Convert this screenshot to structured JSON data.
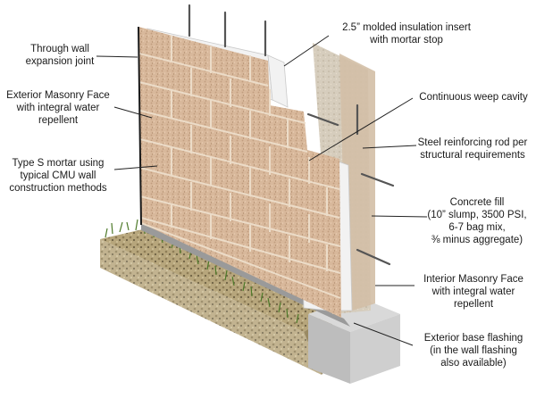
{
  "labels": {
    "expansion_joint": [
      "Through wall",
      "expansion joint"
    ],
    "exterior_face": [
      "Exterior Masonry Face",
      "with integral water",
      "repellent"
    ],
    "mortar": [
      "Type S mortar using",
      "typical CMU wall",
      "construction methods"
    ],
    "insulation": [
      "2.5” molded insulation insert",
      "with mortar stop"
    ],
    "weep_cavity": [
      "Continuous weep cavity"
    ],
    "reinforcing_rod": [
      "Steel reinforcing rod per",
      "structural requirements"
    ],
    "concrete_fill": [
      "Concrete fill",
      "(10” slump, 3500 PSI,",
      "6-7 bag mix,",
      "⅜ minus aggregate)"
    ],
    "interior_face": [
      "Interior Masonry Face",
      "with integral water",
      "repellent"
    ],
    "base_flashing": [
      "Exterior base flashing",
      "(in the wall flashing",
      "also available)"
    ]
  },
  "colors": {
    "block": "#d8b89b",
    "block_dark": "#b8957a",
    "mortar": "#cfc0ad",
    "insulation": "#f2f2f2",
    "concrete": "#d6d0c5",
    "gravel": "#b7a67c",
    "grass": "#4e7a2a",
    "footing": "#cfcfcf",
    "rod": "#555555",
    "leader": "#222222"
  }
}
